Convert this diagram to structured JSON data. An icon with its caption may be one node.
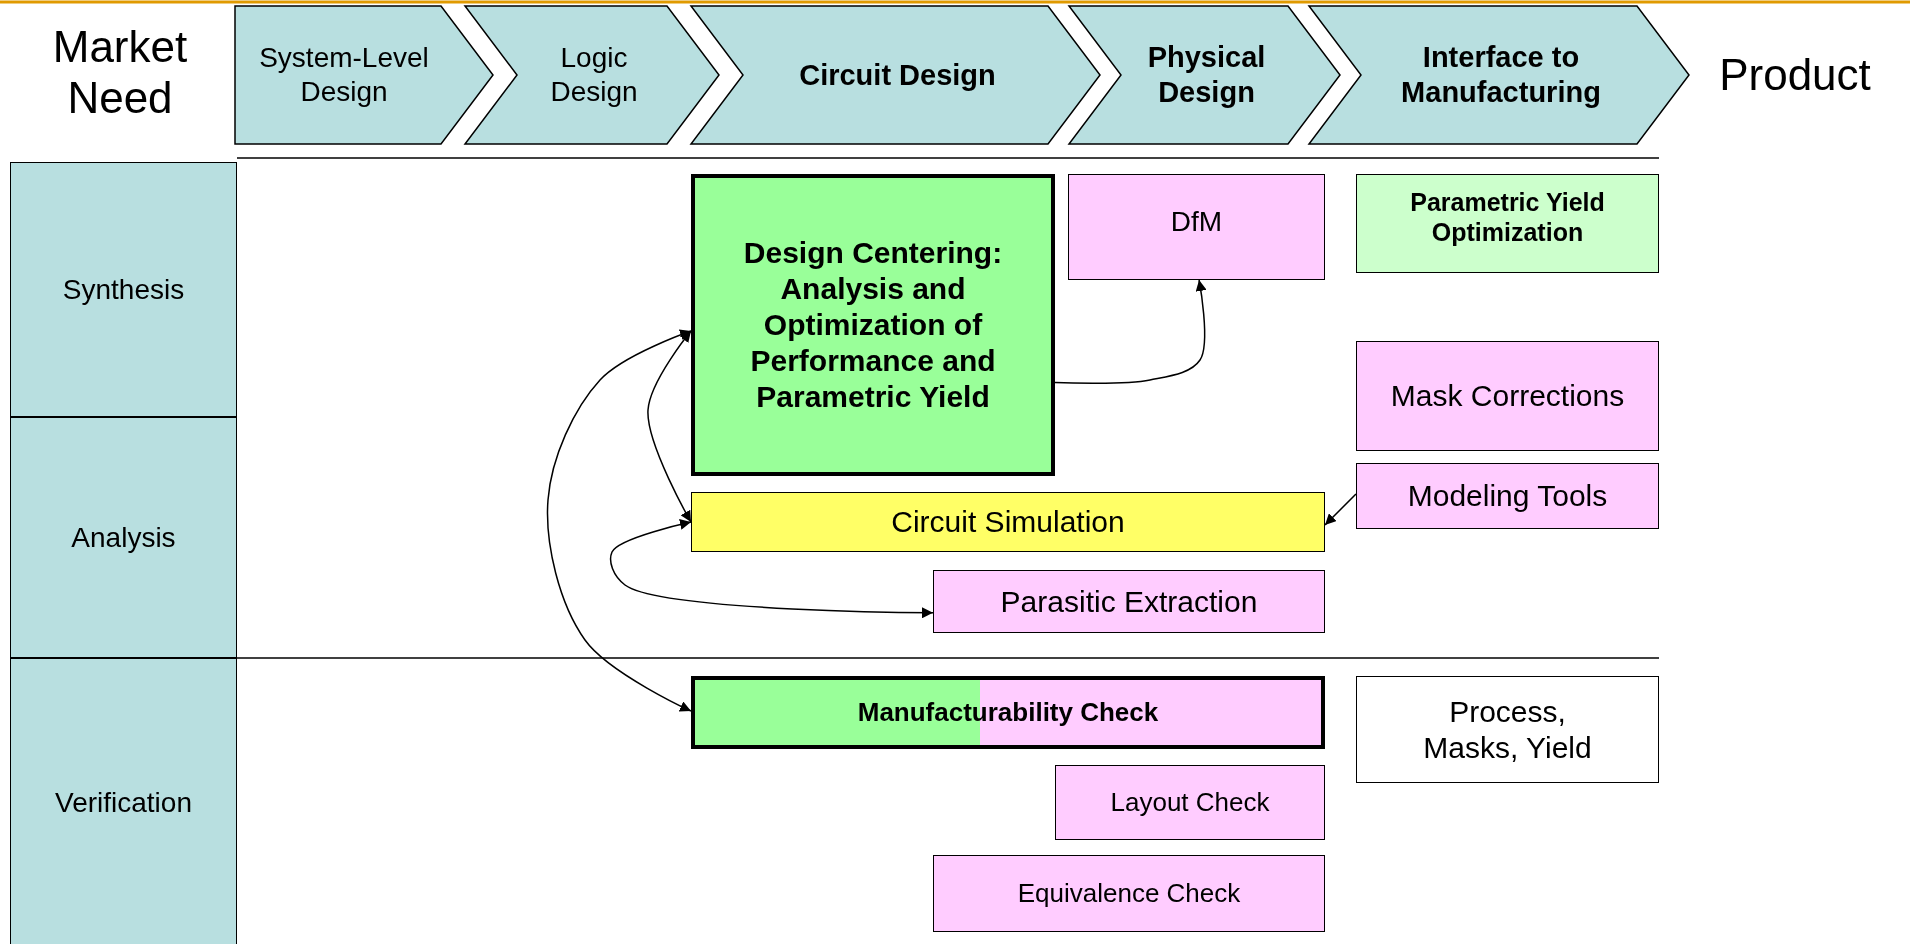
{
  "diagram": {
    "nodes": [
      {
        "text": [
          "System-Level Design"
        ]
      },
      {
        "text": [
          "Logic Design"
        ]
      },
      {
        "text": [
          "Circuit Design"
        ]
      },
      {
        "text": [
          "Physical Design"
        ]
      },
      {
        "text": [
          "Interface to Manufacturing"
        ]
      },
      {
        "text": [
          "Synthesis"
        ]
      },
      {
        "text": [
          "Analysis"
        ]
      },
      {
        "text": [
          "Verification"
        ]
      },
      {
        "text": [
          "Design Centering: Analysis and Optimization of Performance and Parametric Yield"
        ]
      },
      {
        "text": [
          "DfM"
        ]
      },
      {
        "text": [
          "Parametric Yield Optimization"
        ]
      },
      {
        "text": [
          "Mask Corrections"
        ]
      },
      {
        "text": [
          "Modeling Tools"
        ]
      },
      {
        "text": [
          "Circuit Simulation"
        ]
      },
      {
        "text": [
          "Parasitic Extraction"
        ]
      },
      {
        "text": [
          "Manufacturability Check"
        ]
      },
      {
        "text": [
          "Process, Masks, Yield"
        ]
      },
      {
        "text": [
          "Layout Check"
        ]
      },
      {
        "text": [
          "Equivalence Check"
        ]
      }
    ],
    "edges": [
      {
        "from": 8,
        "to": 13,
        "arrow": "both"
      },
      {
        "from": 8,
        "to": 15,
        "arrow": "both"
      },
      {
        "from": 13,
        "to": 14,
        "arrow": "both"
      },
      {
        "from": 8,
        "to": 9,
        "arrow": "to"
      },
      {
        "from": 12,
        "to": 13,
        "arrow": "to"
      }
    ],
    "labels": [
      "Market Need",
      "Product"
    ]
  }
}
